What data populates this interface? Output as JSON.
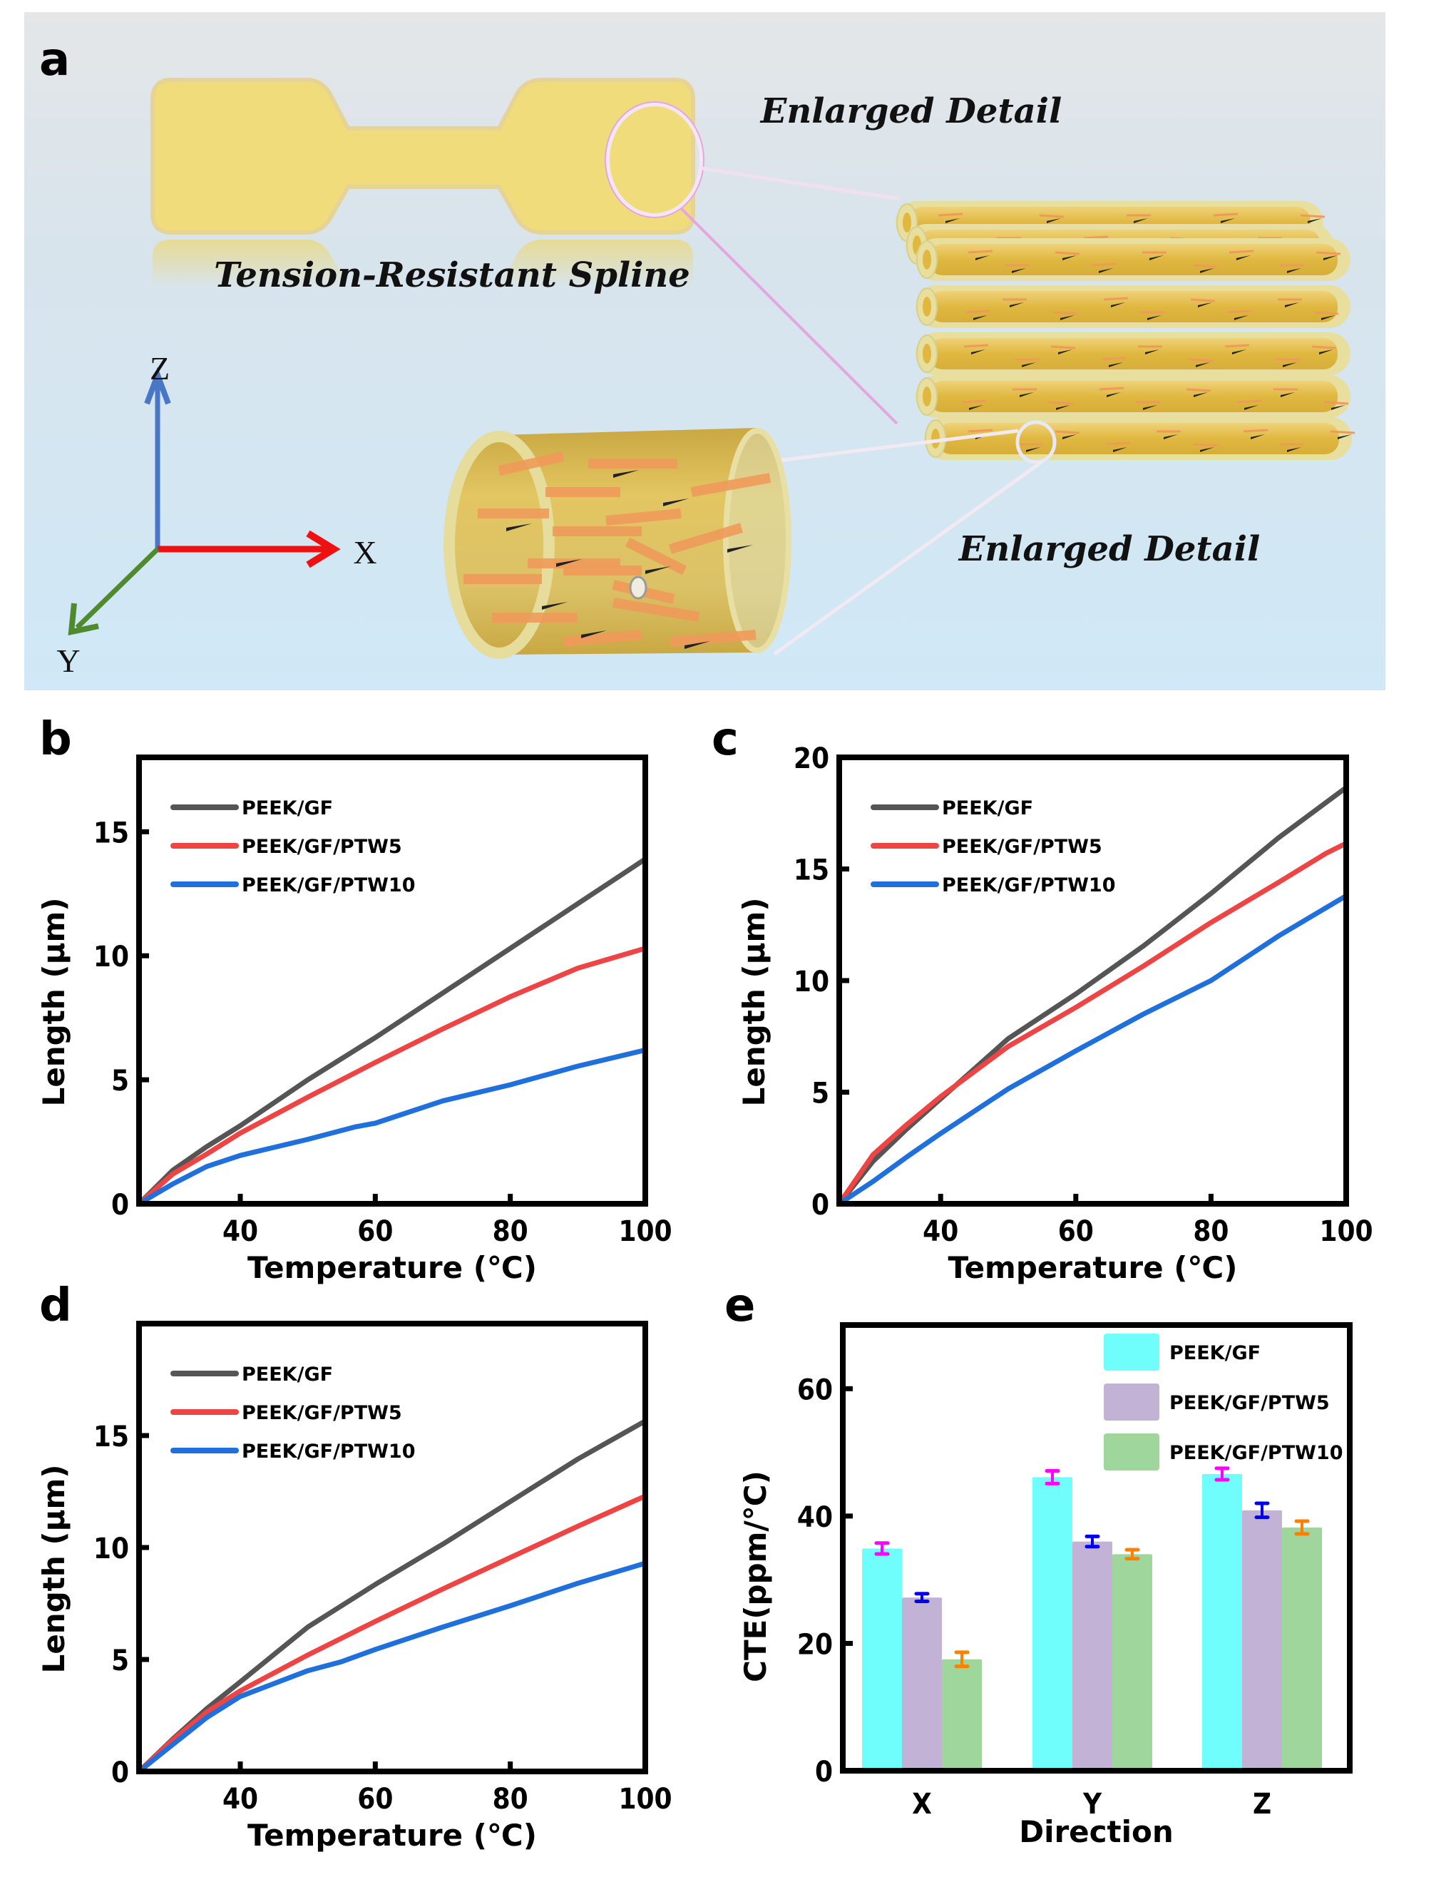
{
  "figure": {
    "panel_labels": [
      "a",
      "b",
      "c",
      "d",
      "e"
    ],
    "panel_a": {
      "spline_caption": "Tension-Resistant Spline",
      "detail_caption_top": "Enlarged Detail",
      "detail_caption_bottom": "Enlarged Detail",
      "axis_labels": {
        "z": "Z",
        "x": "X",
        "y": "Y"
      },
      "colors": {
        "background_top": "#e3e6e8",
        "background_bottom": "#d2e8f6",
        "spline": "#f1dc7b",
        "fiber": "#e6c04a",
        "whisker": "#f0a060",
        "z_axis": "#4a76c6",
        "x_axis": "#ee1111",
        "y_axis": "#4f8a2f"
      }
    }
  },
  "chart_data": [
    {
      "panel": "b",
      "type": "line",
      "xlabel": "Temperature (℃)",
      "ylabel": "Length (μm)",
      "xlim": [
        25,
        100
      ],
      "ylim": [
        0,
        18
      ],
      "xticks": [
        40,
        60,
        80,
        100
      ],
      "yticks": [
        0,
        5,
        10,
        15
      ],
      "legend": "top-left",
      "grid": false,
      "series": [
        {
          "name": "PEEK/GF",
          "color": "#555555",
          "x": [
            25,
            30,
            35,
            40,
            50,
            60,
            70,
            80,
            90,
            100
          ],
          "y": [
            0,
            1.35,
            2.3,
            3.15,
            5.0,
            6.7,
            8.5,
            10.3,
            12.1,
            13.9
          ]
        },
        {
          "name": "PEEK/GF/PTW5",
          "color": "#ee4444",
          "x": [
            25,
            30,
            35,
            40,
            50,
            60,
            70,
            80,
            90,
            100
          ],
          "y": [
            0,
            1.2,
            2.0,
            2.85,
            4.3,
            5.7,
            7.05,
            8.35,
            9.5,
            10.3
          ]
        },
        {
          "name": "PEEK/GF/PTW10",
          "color": "#1f6fdd",
          "x": [
            25,
            30,
            35,
            40,
            50,
            57,
            60,
            70,
            80,
            90,
            100
          ],
          "y": [
            0,
            0.8,
            1.5,
            1.95,
            2.6,
            3.1,
            3.25,
            4.15,
            4.8,
            5.55,
            6.2
          ]
        }
      ]
    },
    {
      "panel": "c",
      "type": "line",
      "xlabel": "Temperature (℃)",
      "ylabel": "Length (μm)",
      "xlim": [
        25,
        100
      ],
      "ylim": [
        0,
        20
      ],
      "xticks": [
        40,
        60,
        80,
        100
      ],
      "yticks": [
        0,
        5,
        10,
        15,
        20
      ],
      "legend": "top-left",
      "grid": false,
      "series": [
        {
          "name": "PEEK/GF",
          "color": "#555555",
          "x": [
            25,
            30,
            35,
            40,
            50,
            60,
            70,
            80,
            90,
            100
          ],
          "y": [
            0,
            1.9,
            3.35,
            4.7,
            7.4,
            9.4,
            11.55,
            13.9,
            16.4,
            18.65
          ]
        },
        {
          "name": "PEEK/GF/PTW5",
          "color": "#ee4444",
          "x": [
            25,
            30,
            35,
            40,
            50,
            60,
            70,
            80,
            90,
            97,
            100
          ],
          "y": [
            0,
            2.2,
            3.55,
            4.8,
            7.05,
            8.8,
            10.65,
            12.6,
            14.4,
            15.7,
            16.15
          ]
        },
        {
          "name": "PEEK/GF/PTW10",
          "color": "#1f6fdd",
          "x": [
            25,
            30,
            35,
            40,
            50,
            60,
            70,
            78,
            80,
            90,
            100
          ],
          "y": [
            0,
            1.0,
            2.1,
            3.15,
            5.15,
            6.85,
            8.5,
            9.7,
            10.0,
            12.0,
            13.8
          ]
        }
      ]
    },
    {
      "panel": "d",
      "type": "line",
      "xlabel": "Temperature (℃)",
      "ylabel": "Length (μm)",
      "xlim": [
        25,
        100
      ],
      "ylim": [
        0,
        20
      ],
      "xticks": [
        40,
        60,
        80,
        100
      ],
      "yticks": [
        0,
        5,
        10,
        15
      ],
      "legend": "top-left",
      "grid": false,
      "series": [
        {
          "name": "PEEK/GF",
          "color": "#555555",
          "x": [
            25,
            30,
            35,
            40,
            50,
            60,
            70,
            80,
            90,
            100
          ],
          "y": [
            0,
            1.45,
            2.8,
            4.0,
            6.45,
            8.35,
            10.15,
            12.05,
            13.95,
            15.65
          ]
        },
        {
          "name": "PEEK/GF/PTW5",
          "color": "#ee4444",
          "x": [
            25,
            30,
            35,
            40,
            50,
            60,
            70,
            80,
            90,
            100
          ],
          "y": [
            0,
            1.4,
            2.65,
            3.6,
            5.2,
            6.7,
            8.15,
            9.55,
            10.95,
            12.3
          ]
        },
        {
          "name": "PEEK/GF/PTW10",
          "color": "#1f6fdd",
          "x": [
            25,
            30,
            35,
            40,
            50,
            55,
            60,
            70,
            80,
            90,
            100
          ],
          "y": [
            0,
            1.2,
            2.4,
            3.35,
            4.5,
            4.9,
            5.45,
            6.45,
            7.4,
            8.4,
            9.3
          ]
        }
      ]
    },
    {
      "panel": "e",
      "type": "bar",
      "xlabel": "Direction",
      "ylabel": "CTE(ppm/℃)",
      "categories": [
        "X",
        "Y",
        "Z"
      ],
      "ylim": [
        0,
        70
      ],
      "yticks": [
        0,
        20,
        40,
        60
      ],
      "legend": "top-right",
      "grid": false,
      "series": [
        {
          "name": "PEEK/GF",
          "color": "#6ffefb",
          "error_color": "#ff00ff",
          "values": [
            34.9,
            46.1,
            46.6
          ],
          "errors": [
            0.85,
            1.0,
            0.9
          ]
        },
        {
          "name": "PEEK/GF/PTW5",
          "color": "#c2b3d6",
          "error_color": "#0000ee",
          "values": [
            27.2,
            36.0,
            40.9
          ],
          "errors": [
            0.6,
            0.8,
            1.1
          ]
        },
        {
          "name": "PEEK/GF/PTW10",
          "color": "#9ed69c",
          "error_color": "#ff8000",
          "values": [
            17.5,
            34.0,
            38.2
          ],
          "errors": [
            1.1,
            0.7,
            1.0
          ]
        }
      ]
    }
  ]
}
